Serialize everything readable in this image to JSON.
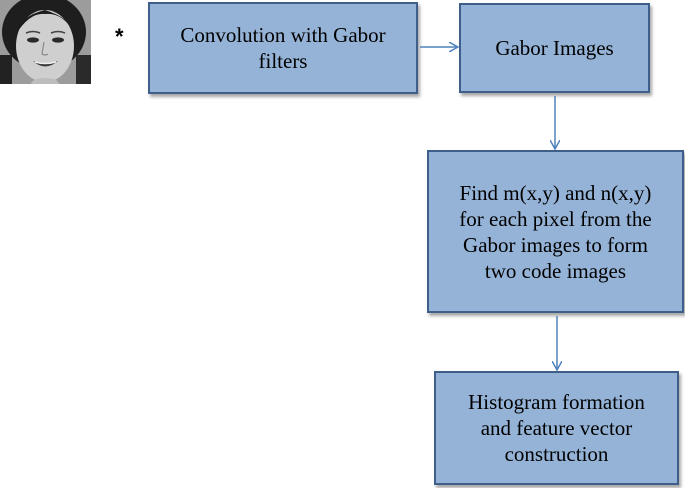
{
  "diagram": {
    "operator_symbol": "*",
    "boxes": {
      "convolution": "Convolution with Gabor\nfilters",
      "gabor_images": "Gabor Images",
      "find_codes": "Find m(x,y) and n(x,y)\nfor each pixel from the\nGabor images to  form\ntwo code images",
      "histogram": "Histogram formation\nand feature vector\nconstruction"
    },
    "colors": {
      "box_fill": "#95b3d7",
      "box_border": "#3d5f8a",
      "arrow": "#4f81bd"
    }
  }
}
